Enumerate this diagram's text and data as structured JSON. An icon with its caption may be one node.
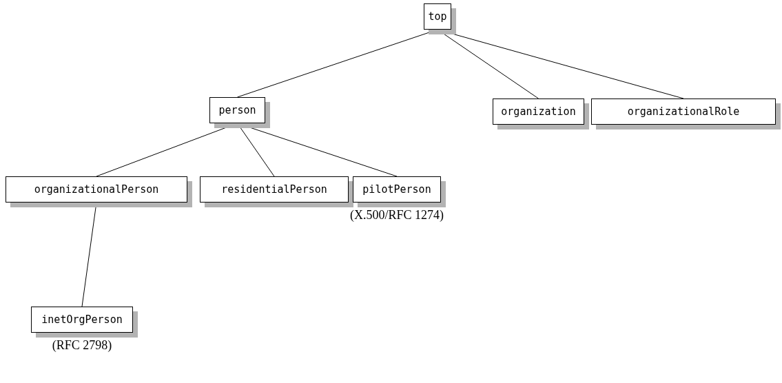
{
  "diagram": {
    "nodes": [
      {
        "text": [
          "top"
        ]
      },
      {
        "text": [
          "person"
        ]
      },
      {
        "text": [
          "organization"
        ]
      },
      {
        "text": [
          "organizationalRole"
        ]
      },
      {
        "text": [
          "organizationalPerson"
        ]
      },
      {
        "text": [
          "residentialPerson"
        ]
      },
      {
        "text": [
          "pilotPerson"
        ],
        "beside": [
          "(X.500/RFC 1274)"
        ]
      },
      {
        "text": [
          "inetOrgPerson"
        ],
        "beside": [
          "(RFC 2798)"
        ]
      }
    ],
    "edges": [
      {
        "from": 0,
        "to": 1,
        "arrow": "none"
      },
      {
        "from": 0,
        "to": 2,
        "arrow": "none"
      },
      {
        "from": 0,
        "to": 3,
        "arrow": "none"
      },
      {
        "from": 1,
        "to": 4,
        "arrow": "none"
      },
      {
        "from": 1,
        "to": 5,
        "arrow": "none"
      },
      {
        "from": 1,
        "to": 6,
        "arrow": "none"
      },
      {
        "from": 4,
        "to": 7,
        "arrow": "none"
      }
    ]
  }
}
